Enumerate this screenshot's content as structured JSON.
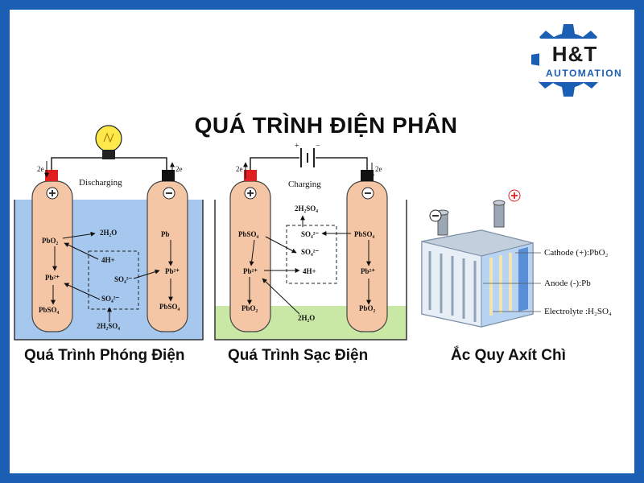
{
  "title": "QUÁ TRÌNH ĐIỆN PHÂN",
  "logo": {
    "brand": "H&T",
    "tagline": "AUTOMATION"
  },
  "panels": {
    "discharge": {
      "caption": "Quá Trình Phóng Điện",
      "device_label": "Discharging",
      "electron_left": "2e",
      "electron_right": "2e",
      "left_electrode": [
        "PbO₂",
        "Pb²⁺",
        "PbSO₄"
      ],
      "right_electrode": [
        "Pb",
        "Pb²⁺",
        "PbSO₄"
      ],
      "solution": {
        "water": "2H₂O",
        "h_ion": "4H+",
        "so4_a": "SO₄²⁻",
        "so4_b": "SO₄²⁻",
        "acid": "2H₂SO₄"
      }
    },
    "charge": {
      "caption": "Quá Trình Sạc Điện",
      "device_label": "Charging",
      "electron_left": "2e",
      "electron_right": "2e",
      "left_electrode": [
        "PbSO₄",
        "Pb²⁺",
        "PbO₂"
      ],
      "right_electrode": [
        "PbSO₄",
        "Pb²⁺",
        "PbO₂"
      ],
      "solution": {
        "acid": "2H₂SO₄",
        "so4_a": "SO₄²⁻",
        "so4_b": "SO₄²⁻",
        "h_ion": "4H+",
        "water": "2H₂O"
      }
    },
    "battery": {
      "caption": "Ắc Quy Axít Chì",
      "labels": [
        "Cathode (+):PbO₂",
        "Anode (-):Pb",
        "Electrolyte :H₂SO₄"
      ]
    }
  },
  "colors": {
    "frame": "#1a5fb4",
    "electrode": "#f5c6a5",
    "electrolyte_discharge": "#a6c8ee",
    "electrolyte_charge": "#c9e8a5",
    "terminal_pos": "#e02020",
    "terminal_neg": "#111111",
    "bulb": "#ffe84a"
  }
}
